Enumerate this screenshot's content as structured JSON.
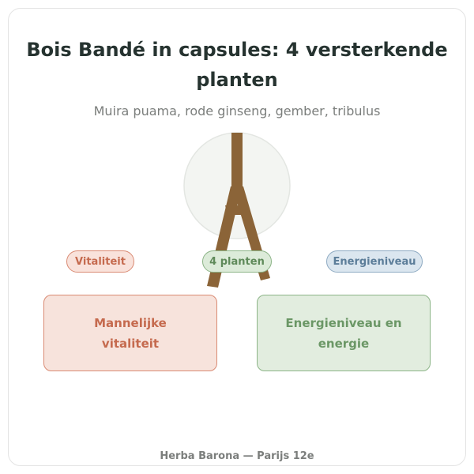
{
  "title": "Bois Bandé in capsules: 4 versterkende planten",
  "subtitle": "Muira puama, rode ginseng, gember, tribulus",
  "labels": {
    "vitality": "Vitaliteit",
    "plants": "4 planten",
    "energy": "Energieniveau"
  },
  "boxes": {
    "left": "Mannelijke vitaliteit",
    "right": "Energieniveau en energie"
  },
  "footer": "Herba Barona — Parijs 12e",
  "colors": {
    "trunk": "#8b6438",
    "circle_fill": "#f3f5f2",
    "vitality": "#d98a73",
    "plants": "#8cb487",
    "energy": "#8eaac2"
  }
}
